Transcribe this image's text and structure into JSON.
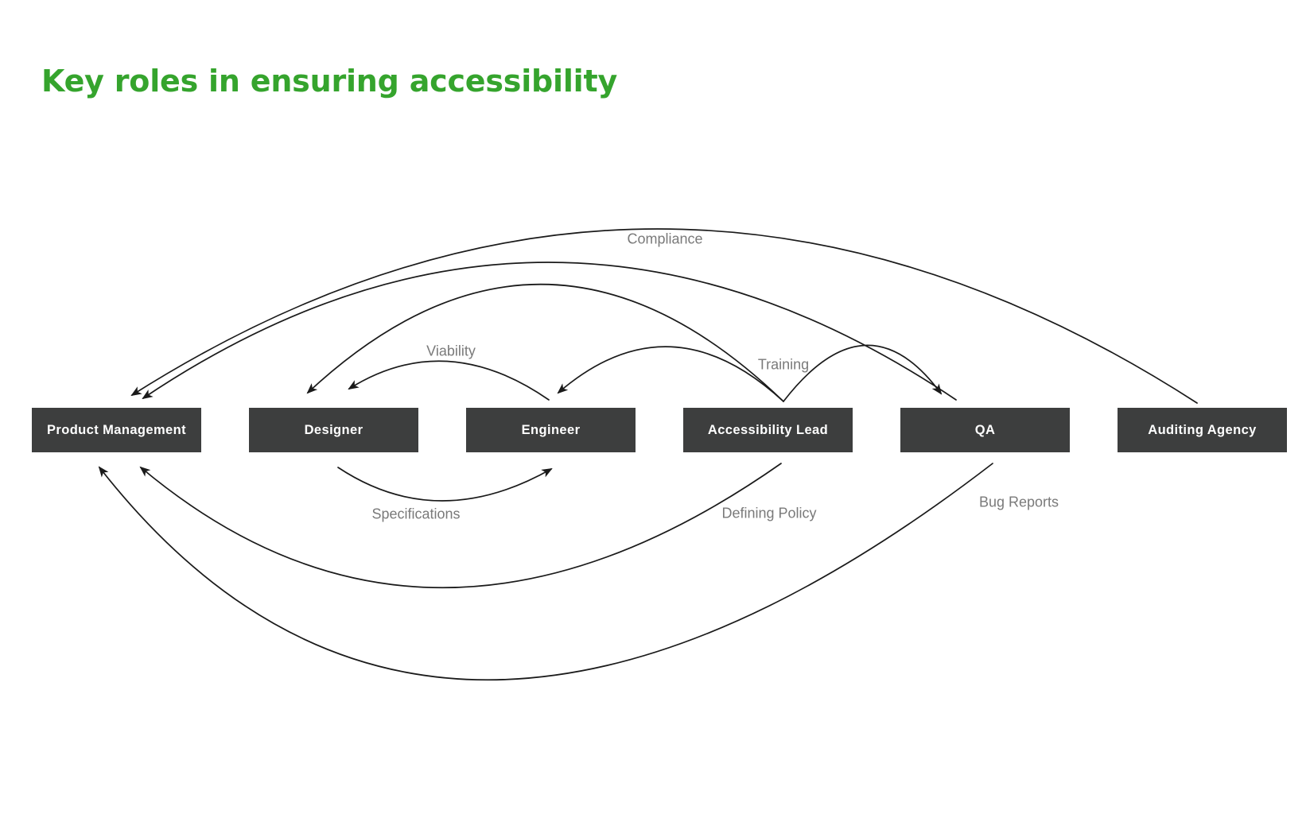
{
  "title": "Key roles in ensuring accessibility",
  "colors": {
    "background": "#FFFFFF",
    "title_green": "#35A42D",
    "node_background": "#3D3E3E",
    "node_text": "#FFFFFF",
    "edge_stroke": "#1A1A1A",
    "edge_label_gray": "#7A7A7A"
  },
  "nodes": [
    {
      "label": "Product Management"
    },
    {
      "label": "Designer"
    },
    {
      "label": "Engineer"
    },
    {
      "label": "Accessibility Lead"
    },
    {
      "label": "QA"
    },
    {
      "label": "Auditing Agency"
    }
  ],
  "edges": [
    {
      "from": "Auditing Agency",
      "to": "Product Management",
      "label": "Compliance"
    },
    {
      "from": "QA",
      "to": "Product Management",
      "label": ""
    },
    {
      "from": "Accessibility Lead",
      "to": "Designer",
      "label": ""
    },
    {
      "from": "Engineer",
      "to": "Designer",
      "label": "Viability"
    },
    {
      "from": "Accessibility Lead",
      "to": "Engineer",
      "label": ""
    },
    {
      "from": "Accessibility Lead",
      "to": "QA",
      "label": "Training"
    },
    {
      "from": "Designer",
      "to": "Engineer",
      "label": "Specifications"
    },
    {
      "from": "Accessibility Lead",
      "to": "Product Management",
      "label": "Defining Policy"
    },
    {
      "from": "QA",
      "to": "Product Management",
      "label": "Bug Reports"
    }
  ]
}
